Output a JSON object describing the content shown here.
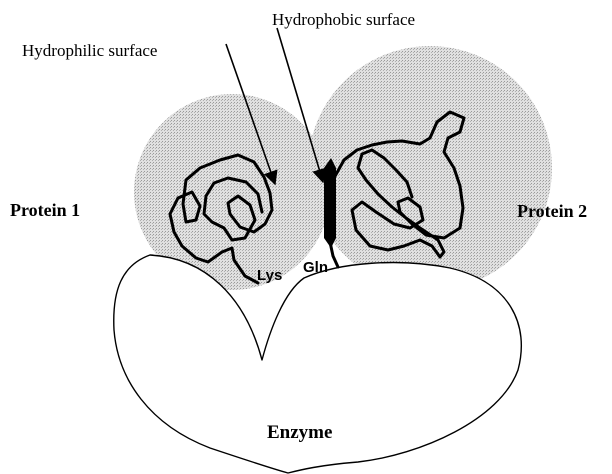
{
  "labels": {
    "hydrophilic": "Hydrophilic surface",
    "hydrophobic": "Hydrophobic surface",
    "protein1": "Protein 1",
    "protein2": "Protein 2",
    "lys": "Lys",
    "gln": "Gln",
    "enzyme": "Enzyme"
  },
  "colors": {
    "protein_halo": "#c9c9c9",
    "ink": "#000000",
    "background": "#ffffff"
  }
}
